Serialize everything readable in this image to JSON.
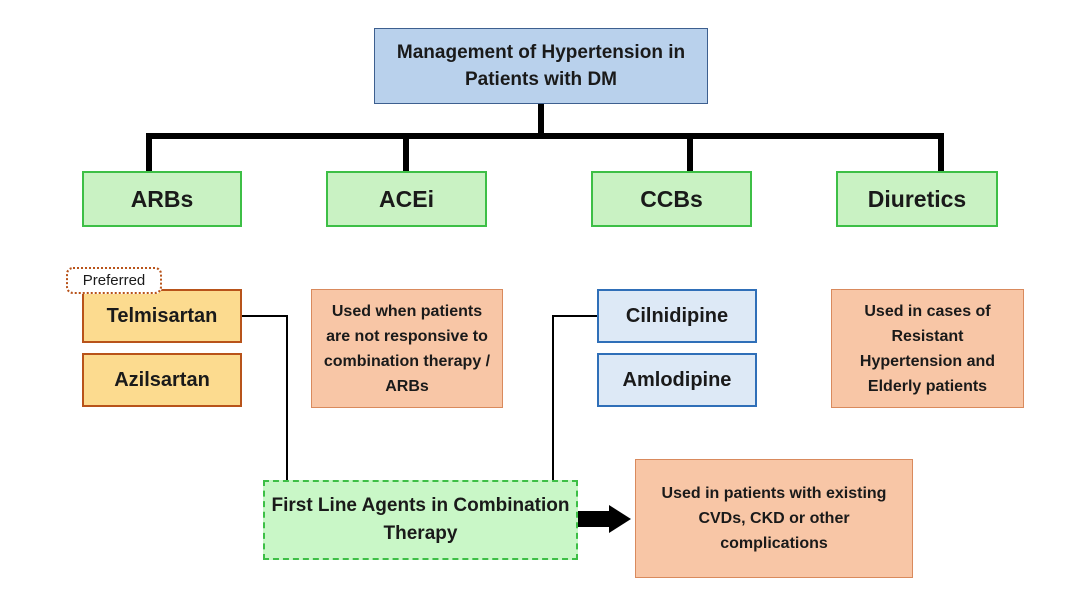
{
  "title": "Management of Hypertension in Patients with DM",
  "classes": [
    "ARBs",
    "ACEi",
    "CCBs",
    "Diuretics"
  ],
  "preferred_tag": "Preferred",
  "arbs": [
    "Telmisartan",
    "Azilsartan"
  ],
  "acei_note": "Used when patients are not responsive to combination therapy / ARBs",
  "ccbs": [
    "Cilnidipine",
    "Amlodipine"
  ],
  "diuretics_note": "Used in cases of Resistant Hypertension and Elderly patients",
  "combination": "First Line Agents in Combination Therapy",
  "combination_note": "Used in patients with existing CVDs, CKD or other complications",
  "colors": {
    "title_fill": "#b9d1ec",
    "class_fill": "#c9f2c3",
    "class_border": "#3dbf46",
    "arb_fill": "#fcdb8f",
    "arb_border": "#b8531a",
    "ccb_fill": "#dde9f6",
    "ccb_border": "#2f6fb8",
    "note_fill": "#f8c6a6"
  }
}
